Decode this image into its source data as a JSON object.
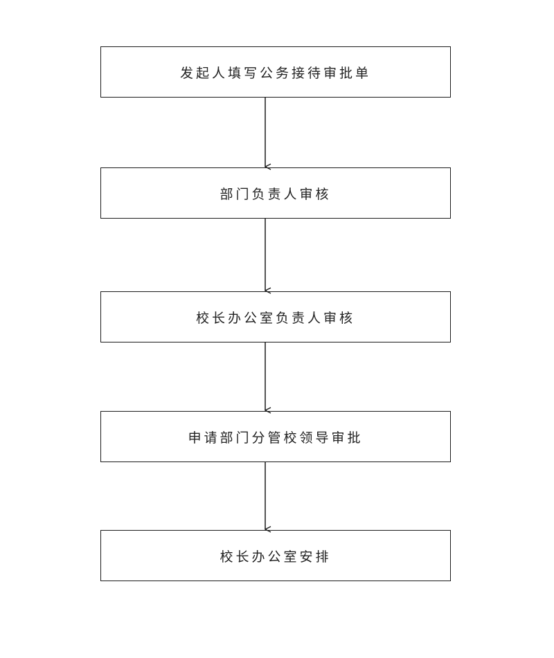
{
  "flowchart": {
    "steps": [
      {
        "label": "发起人填写公务接待审批单"
      },
      {
        "label": "部门负责人审核"
      },
      {
        "label": "校长办公室负责人审核"
      },
      {
        "label": "申请部门分管校领导审批"
      },
      {
        "label": "校长办公室安排"
      }
    ],
    "line_color": "#1a1a1a"
  }
}
